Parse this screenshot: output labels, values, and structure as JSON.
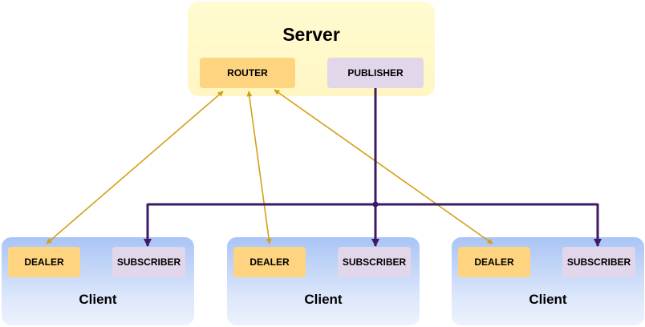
{
  "server": {
    "title": "Server",
    "router_label": "ROUTER",
    "publisher_label": "PUBLISHER"
  },
  "clients": [
    {
      "title": "Client",
      "dealer_label": "DEALER",
      "subscriber_label": "SUBSCRIBER"
    },
    {
      "title": "Client",
      "dealer_label": "DEALER",
      "subscriber_label": "SUBSCRIBER"
    },
    {
      "title": "Client",
      "dealer_label": "DEALER",
      "subscriber_label": "SUBSCRIBER"
    }
  ],
  "colors": {
    "request_reply_line": "#d4a017",
    "publish_line": "#3d1a66",
    "router_fill": "#ffd480",
    "publisher_fill": "#e2d6ea",
    "server_fill": "#fff8c8",
    "client_fill": "#b9cff7"
  }
}
